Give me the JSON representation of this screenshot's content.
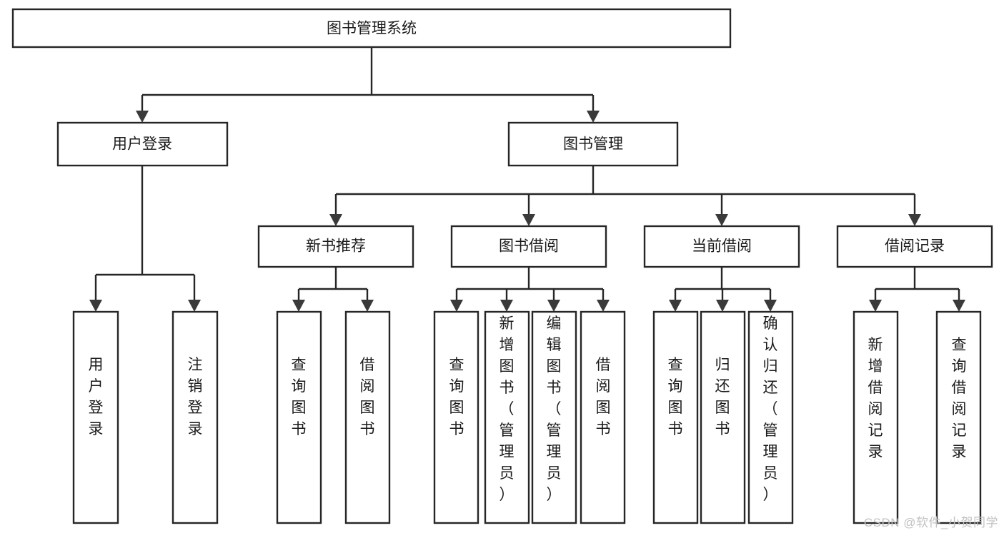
{
  "diagram": {
    "type": "tree-hierarchy",
    "title": "图书管理系统",
    "watermark": "CSDN @软件_小贺同学",
    "colors": {
      "background": "#ffffff",
      "box_stroke": "#262626",
      "box_fill": "#ffffff",
      "text": "#1a1a1a",
      "arrow": "#3a3a3a",
      "watermark": "#c2c2c2"
    },
    "levels": [
      {
        "level": 1,
        "nodes": [
          {
            "id": "root",
            "label": "图书管理系统",
            "orientation": "horizontal"
          }
        ]
      },
      {
        "level": 2,
        "nodes": [
          {
            "id": "user-login",
            "label": "用户登录",
            "orientation": "horizontal",
            "parent": "root"
          },
          {
            "id": "book-manage",
            "label": "图书管理",
            "orientation": "horizontal",
            "parent": "root"
          }
        ]
      },
      {
        "level": 3,
        "nodes": [
          {
            "id": "new-book-rec",
            "label": "新书推荐",
            "orientation": "horizontal",
            "parent": "book-manage"
          },
          {
            "id": "book-borrow",
            "label": "图书借阅",
            "orientation": "horizontal",
            "parent": "book-manage"
          },
          {
            "id": "current-borrow",
            "label": "当前借阅",
            "orientation": "horizontal",
            "parent": "book-manage"
          },
          {
            "id": "borrow-record",
            "label": "借阅记录",
            "orientation": "horizontal",
            "parent": "book-manage"
          }
        ]
      },
      {
        "level": 4,
        "nodes": [
          {
            "id": "leaf-user-login",
            "label": "用户登录",
            "orientation": "vertical",
            "parent": "user-login"
          },
          {
            "id": "leaf-logout",
            "label": "注销登录",
            "orientation": "vertical",
            "parent": "user-login"
          },
          {
            "id": "leaf-query-book-1",
            "label": "查询图书",
            "orientation": "vertical",
            "parent": "new-book-rec"
          },
          {
            "id": "leaf-borrow-book-1",
            "label": "借阅图书",
            "orientation": "vertical",
            "parent": "new-book-rec"
          },
          {
            "id": "leaf-query-book-2",
            "label": "查询图书",
            "orientation": "vertical",
            "parent": "book-borrow"
          },
          {
            "id": "leaf-add-book",
            "label": "新增图书（管理员）",
            "orientation": "vertical",
            "parent": "book-borrow"
          },
          {
            "id": "leaf-edit-book",
            "label": "编辑图书（管理员）",
            "orientation": "vertical",
            "parent": "book-borrow"
          },
          {
            "id": "leaf-borrow-book-2",
            "label": "借阅图书",
            "orientation": "vertical",
            "parent": "book-borrow"
          },
          {
            "id": "leaf-query-book-3",
            "label": "查询图书",
            "orientation": "vertical",
            "parent": "current-borrow"
          },
          {
            "id": "leaf-return-book",
            "label": "归还图书",
            "orientation": "vertical",
            "parent": "current-borrow"
          },
          {
            "id": "leaf-confirm-return",
            "label": "确认归还（管理员）",
            "orientation": "vertical",
            "parent": "current-borrow"
          },
          {
            "id": "leaf-add-record",
            "label": "新增借阅记录",
            "orientation": "vertical",
            "parent": "borrow-record"
          },
          {
            "id": "leaf-query-record",
            "label": "查询借阅记录",
            "orientation": "vertical",
            "parent": "borrow-record"
          }
        ]
      }
    ]
  }
}
